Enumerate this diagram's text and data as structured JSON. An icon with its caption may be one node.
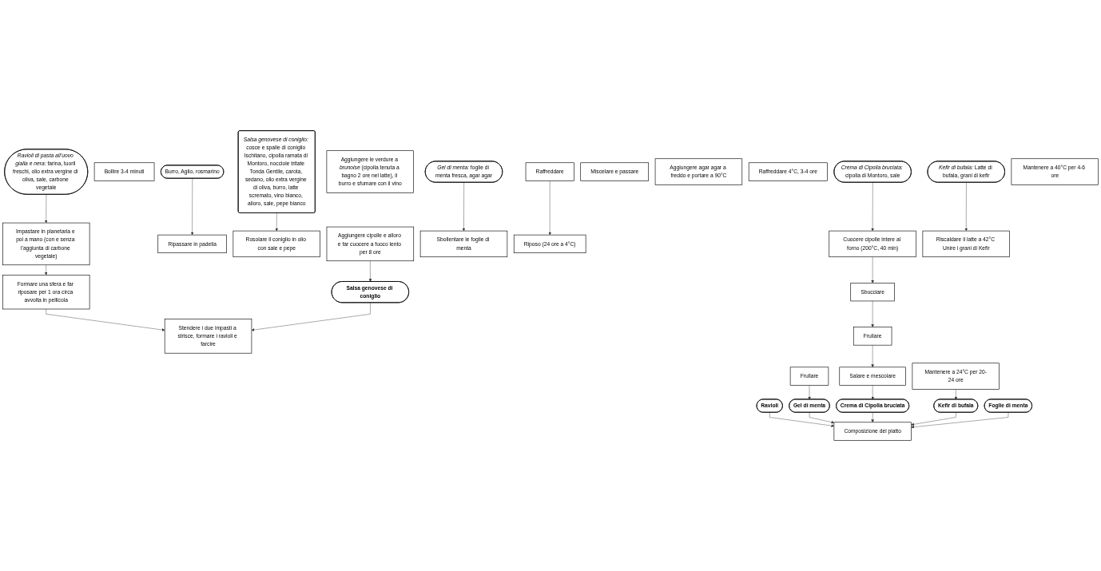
{
  "diagram": {
    "nodes": [
      {
        "text": [
          "*Ravioli di pasta all’uovo gialla e nera:* farina, tuorli freschi, olio extra vergine di oliva, sale, carbone vegetale"
        ]
      },
      {
        "text": [
          "Impastare in planetaria e poi a mano (con e senza l’aggiunta di carbone vegetale)"
        ]
      },
      {
        "text": [
          "Formare una sfera e far riposare per 1 ora circa avvolta in pellicola"
        ]
      },
      {
        "text": [
          "Stendere i due impasti a strisce, formare i ravioli e farcire"
        ]
      },
      {
        "text": [
          "Bollire 3-4 minuti"
        ]
      },
      {
        "text": [
          "Ripassare in padella"
        ]
      },
      {
        "text": [
          "Ravioli"
        ]
      },
      {
        "text": [
          "Burro, Aglio, rosmarino"
        ]
      },
      {
        "text": [
          "*Salsa genovese di coniglio:* cosce e spalle di coniglio Ischitano, cipolla ramata di Montoro, nocciole tritate Tonda Gentile, carota, sedano, olio extra vergine di oliva, burro, latte scremato, vino bianco, alloro, sale, pepe bianco"
        ]
      },
      {
        "text": [
          "Rosolare il coniglio in olio con sale e pepe"
        ]
      },
      {
        "text": [
          "Aggiungere le verdure a *brunoise* (cipolla tenuta a bagno 2 ore nel latte), il burro e sfumare con il vino"
        ]
      },
      {
        "text": [
          "Aggiungere cipolle e alloro e far cuocere a fuoco lento per 8 ore"
        ]
      },
      {
        "text": [
          "Salsa genovese di coniglio"
        ]
      },
      {
        "text": [
          "*Gel di menta:* foglie di menta fresca, agar agar"
        ]
      },
      {
        "text": [
          "Sbollentare le foglie di menta"
        ]
      },
      {
        "text": [
          "Raffreddare"
        ]
      },
      {
        "text": [
          "Riposo (24 ore a 4°C)"
        ]
      },
      {
        "text": [
          "Miscelare e passare"
        ]
      },
      {
        "text": [
          "Aggiungere agar agar a freddo e portare a 90°C"
        ]
      },
      {
        "text": [
          "Raffreddare 4°C, 3-4 ore"
        ]
      },
      {
        "text": [
          "Frullare"
        ]
      },
      {
        "text": [
          "Gel di menta"
        ]
      },
      {
        "text": [
          "*Crema di Cipolla bruciata:* cipolla di Montoro, sale"
        ]
      },
      {
        "text": [
          "Cuocere cipolle intere al forno (200°C, 40 min)"
        ]
      },
      {
        "text": [
          "Sbucciare"
        ]
      },
      {
        "text": [
          "Frullare"
        ]
      },
      {
        "text": [
          "Salare e mescolare"
        ]
      },
      {
        "text": [
          "Crema di Cipolla bruciata"
        ]
      },
      {
        "text": [
          "*Kefir di bufala:* Latte di bufala, grani di kefir"
        ]
      },
      {
        "text": [
          "Riscaldare il latte a 42°C Unire i grani di Kefir"
        ]
      },
      {
        "text": [
          "Mantenere a 40°C per 4-6 ore"
        ]
      },
      {
        "text": [
          "Mantenere a 24°C per 20-24 ore"
        ]
      },
      {
        "text": [
          "Kefir di bufala"
        ]
      },
      {
        "text": [
          "Foglie di menta"
        ]
      },
      {
        "text": [
          "Composizione del piatto"
        ]
      }
    ],
    "edges": [
      {
        "from": 0,
        "to": 1,
        "arrow": "to"
      },
      {
        "from": 1,
        "to": 2,
        "arrow": "to"
      },
      {
        "from": 2,
        "to": 3,
        "arrow": "to"
      },
      {
        "from": 12,
        "to": 3,
        "arrow": "to"
      },
      {
        "from": 7,
        "to": 5,
        "arrow": "to"
      },
      {
        "from": 6,
        "to": 34,
        "arrow": "to"
      },
      {
        "from": 8,
        "to": 9,
        "arrow": "to"
      },
      {
        "from": 11,
        "to": 12,
        "arrow": "to"
      },
      {
        "from": 13,
        "to": 14,
        "arrow": "to"
      },
      {
        "from": 15,
        "to": 16,
        "arrow": "to"
      },
      {
        "from": 20,
        "to": 21,
        "arrow": "to"
      },
      {
        "from": 21,
        "to": 34,
        "arrow": "to"
      },
      {
        "from": 22,
        "to": 23,
        "arrow": "to"
      },
      {
        "from": 23,
        "to": 24,
        "arrow": "to"
      },
      {
        "from": 24,
        "to": 25,
        "arrow": "to"
      },
      {
        "from": 25,
        "to": 26,
        "arrow": "to"
      },
      {
        "from": 26,
        "to": 27,
        "arrow": "to"
      },
      {
        "from": 27,
        "to": 34,
        "arrow": "to"
      },
      {
        "from": 28,
        "to": 29,
        "arrow": "to"
      },
      {
        "from": 31,
        "to": 32,
        "arrow": "to"
      },
      {
        "from": 32,
        "to": 34,
        "arrow": "to"
      },
      {
        "from": 33,
        "to": 34,
        "arrow": "to"
      }
    ]
  }
}
